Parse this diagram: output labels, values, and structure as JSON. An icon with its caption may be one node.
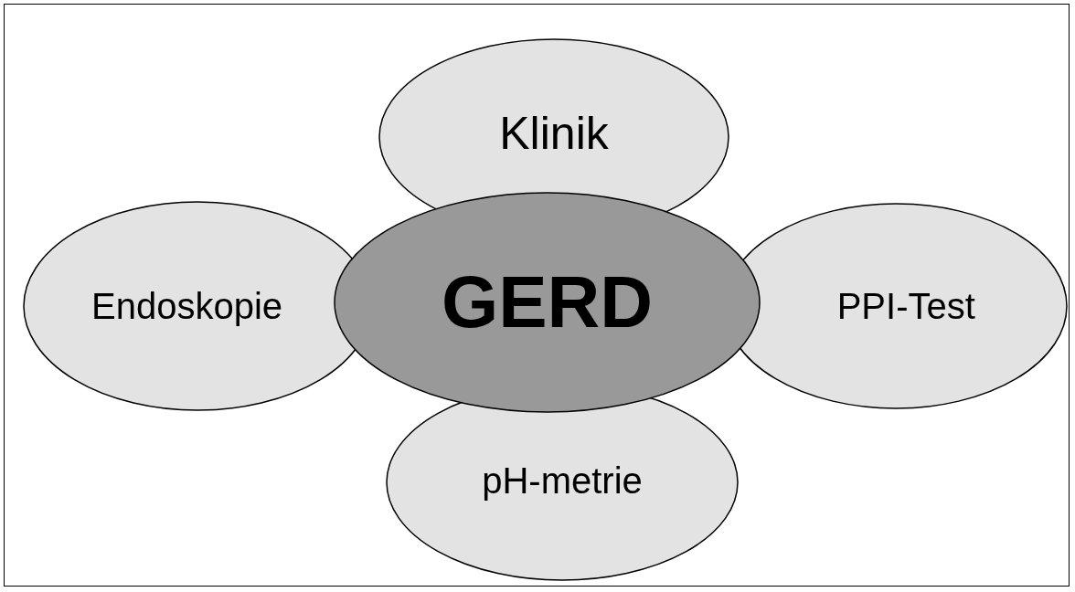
{
  "diagram": {
    "nodes": [
      {
        "text": [
          "Klinik"
        ]
      },
      {
        "text": [
          "Endoskopie"
        ]
      },
      {
        "text": [
          "GERD"
        ]
      },
      {
        "text": [
          "PPI-Test"
        ]
      },
      {
        "text": [
          "pH-metrie"
        ]
      }
    ]
  }
}
